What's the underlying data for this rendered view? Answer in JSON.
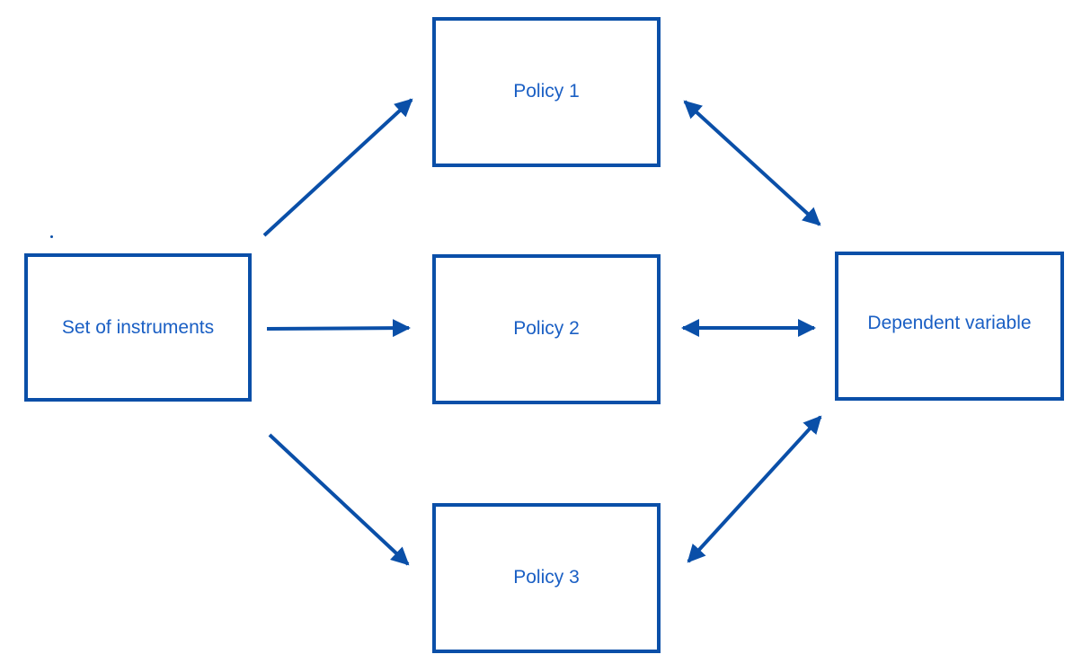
{
  "colors": {
    "line": "#0a4fa8",
    "text": "#1a5fc4",
    "background": "#ffffff"
  },
  "nodes": {
    "instruments": {
      "label": "Set of instruments"
    },
    "policy1": {
      "label": "Policy 1"
    },
    "policy2": {
      "label": "Policy 2"
    },
    "policy3": {
      "label": "Policy 3"
    },
    "dependent": {
      "label": "Dependent variable"
    }
  },
  "edges": [
    {
      "from": "instruments",
      "to": "policy1",
      "direction": "forward"
    },
    {
      "from": "instruments",
      "to": "policy2",
      "direction": "forward"
    },
    {
      "from": "instruments",
      "to": "policy3",
      "direction": "forward"
    },
    {
      "from": "policy1",
      "to": "dependent",
      "direction": "both"
    },
    {
      "from": "policy2",
      "to": "dependent",
      "direction": "both"
    },
    {
      "from": "policy3",
      "to": "dependent",
      "direction": "both"
    }
  ]
}
